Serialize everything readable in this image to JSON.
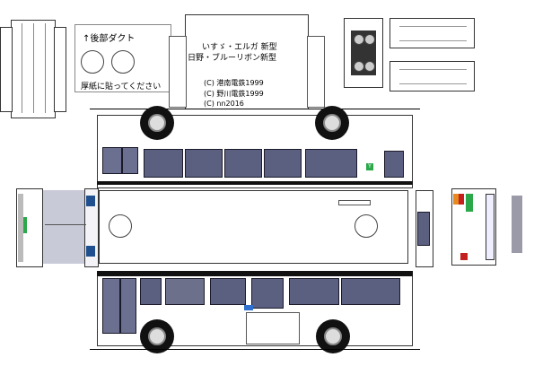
{
  "notes": {
    "duct_label": "↑後部ダクト",
    "glue_note": "厚紙に貼ってください"
  },
  "credits": {
    "model_line1": "いすゞ・エルガ 新型",
    "model_line2": "日野・ブルーリボン新型",
    "copyright1": "(C) 港南電鉄1999",
    "copyright2": "(C) 野川電鉄1999",
    "copyright3": "(C) nn2016"
  },
  "colors": {
    "window": "#5b5f80",
    "side_shade": "#c9cad8",
    "line": "#000000",
    "green_sign": "#2aa84a"
  }
}
